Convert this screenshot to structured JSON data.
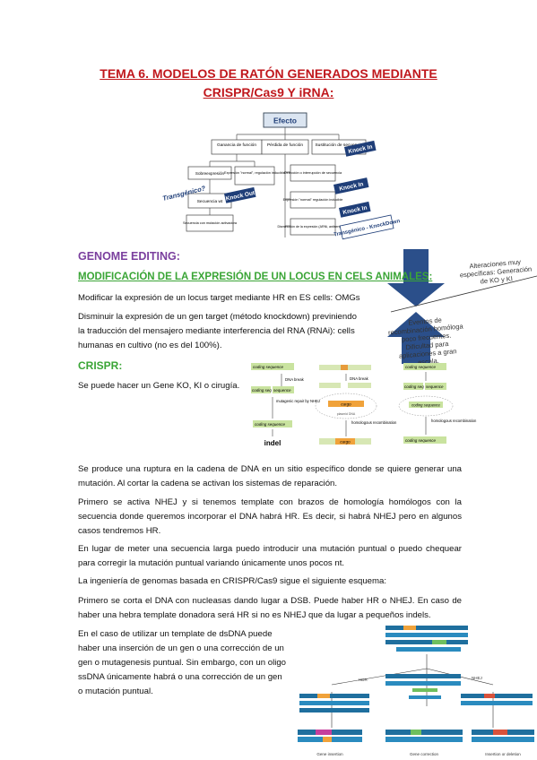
{
  "title": {
    "line1": "TEMA 6. MODELOS DE RATÓN GENERADOS MEDIANTE",
    "line2": "CRISPR/Cas9 Y iRNA:"
  },
  "diagram_top": {
    "root": "Efecto",
    "level1": [
      "Ganancia de función",
      "Pérdida de función",
      "Sustitución de secuencia"
    ],
    "level2_left": [
      "Sobreexpresión",
      "Expresión \"normal\", regulación inducible"
    ],
    "level3_left": "Secuencia wt",
    "level4_left": "Secuencia con mutación activadora",
    "level2_mid": [
      "Delección o interrupción de secuencia",
      "Expresión \"normal\" regulación inducible",
      "Disminución de la expresión (ARNi, antisentido...)"
    ],
    "tags": [
      "Transgénico?",
      "Knock In",
      "Knock Out",
      "Knock In",
      "Knock In",
      "Transgénico - KnockDown"
    ]
  },
  "arrows_note": {
    "top": "Alteraciones muy específicas: Generación de KO y KI",
    "bottom": "Eventos de recombinación homóloga poco frecuentes. Dificultad para aplicaciones a gran escala."
  },
  "genome_editing": "GENOME EDITING:",
  "modification_heading": "MODIFICACIÓN DE LA EXPRESIÓN DE UN LOCUS EN CELS ANIMALES:",
  "para_modify": "Modificar la expresión de un locus target mediante HR en ES cells: OMGs",
  "para_decrease": [
    "Disminuir la expresión de un gen target (método knockdown) previniendo",
    "la traducción del mensajero mediante interferencia del RNA (RNAi): cells",
    "humanas en cultivo (no es del 100%)."
  ],
  "crispr_heading": "CRISPR:",
  "crispr_text": "Se puede hacer un Gene KO, KI o cirugía.",
  "diagram_crispr": {
    "coding_sequence": "coding sequence",
    "dna_break": "DNA break",
    "mutagenic_repair": "mutagenic repair by NHEJ",
    "indel": "indel",
    "cargo": "cargo",
    "homologous_recombination": "homologous recombination",
    "plasmid_dna": "plasmid DNA",
    "coding_seq_short": "coding seq",
    "sequence": "sequence",
    "coding_sequence_mut": "coding sequence"
  },
  "paragraphs": [
    "Se produce una ruptura en la cadena de DNA en un sitio específico donde se quiere generar una mutación. Al cortar la cadena se activan los sistemas de reparación.",
    "Primero se activa NHEJ y si tenemos template con brazos de homología homólogos con la secuencia donde queremos incorporar el DNA habrá HR. Es decir, si habrá NHEJ pero en algunos casos tendremos HR.",
    "En lugar de meter una secuencia larga puedo introducir una mutación puntual o puedo chequear para corregir la mutación puntual variando únicamente unos pocos nt.",
    "La ingeniería de genomas basada en CRISPR/Cas9 sigue el siguiente esquema:",
    "Primero se corta el DNA con nucleasas dando lugar a DSB. Puede haber HR o NHEJ. En caso de haber una hebra template donadora será HR si no es NHEJ que da lugar a pequeños indels."
  ],
  "last_para": [
    "En el caso de utilizar un template de dsDNA puede",
    "haber una inserción de un gen o una corrección de un",
    "gen o mutagenesis puntual. Sin embargo, con un oligo",
    "ssDNA únicamente habrá o una corrección de un gen",
    "o mutación puntual."
  ],
  "diagram_bottom": {
    "nhej": "NHEJ",
    "hdr": "HDR",
    "indel_label": "Insertion or deletion",
    "gene_correction": "Gene correction",
    "gene_insertion": "Gene insertion"
  },
  "colors": {
    "title": "#c0171c",
    "purple": "#7a3f9e",
    "green": "#3aa536",
    "arrow_blue": "#2b4f8a",
    "tag_blue": "#1f3e78"
  }
}
